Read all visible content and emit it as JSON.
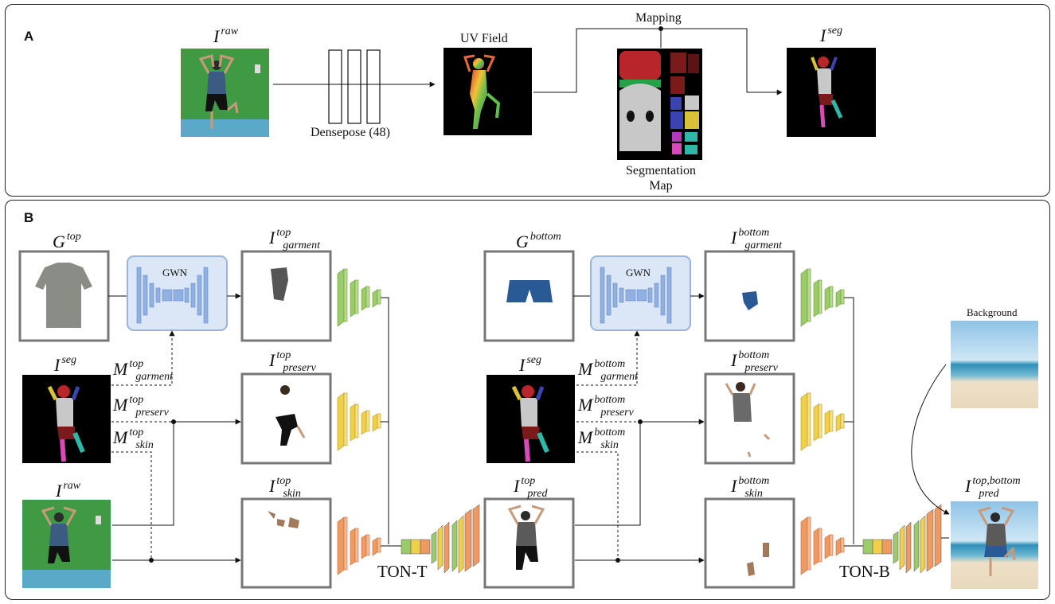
{
  "panel_a": {
    "label": "A",
    "i_raw": {
      "base": "I",
      "sup": "raw"
    },
    "densepose_label": "Densepose (48)",
    "uv_field_label": "UV Field",
    "mapping_label": "Mapping",
    "segmentation_map_label": "Segmentation Map",
    "i_seg": {
      "base": "I",
      "sup": "seg"
    }
  },
  "panel_b": {
    "label": "B",
    "top": {
      "g_top": {
        "base": "G",
        "sup": "top"
      },
      "gwn_label": "GWN",
      "i_garment": {
        "base": "I",
        "sup": "top",
        "sub": "garment"
      },
      "i_seg": {
        "base": "I",
        "sup": "seg"
      },
      "m_garment": {
        "base": "M",
        "sup": "top",
        "sub": "garment"
      },
      "m_preserv": {
        "base": "M",
        "sup": "top",
        "sub": "preserv"
      },
      "m_skin": {
        "base": "M",
        "sup": "top",
        "sub": "skin"
      },
      "i_preserv": {
        "base": "I",
        "sup": "top",
        "sub": "preserv"
      },
      "i_raw": {
        "base": "I",
        "sup": "raw"
      },
      "i_skin": {
        "base": "I",
        "sup": "top",
        "sub": "skin"
      },
      "network_label": "TON-T"
    },
    "bottom": {
      "g_bottom": {
        "base": "G",
        "sup": "bottom"
      },
      "gwn_label": "GWN",
      "i_garment": {
        "base": "I",
        "sup": "bottom",
        "sub": "garment"
      },
      "i_pred": {
        "base": "I",
        "sup": "top",
        "sub": "pred"
      },
      "i_seg": {
        "base": "I",
        "sup": "seg"
      },
      "m_garment": {
        "base": "M",
        "sup": "bottom",
        "sub": "garment"
      },
      "m_preserv": {
        "base": "M",
        "sup": "bottom",
        "sub": "preserv"
      },
      "m_skin": {
        "base": "M",
        "sup": "bottom",
        "sub": "skin"
      },
      "i_preserv": {
        "base": "I",
        "sup": "bottom",
        "sub": "preserv"
      },
      "i_skin": {
        "base": "I",
        "sup": "bottom",
        "sub": "skin"
      },
      "network_label": "TON-B"
    },
    "background_label": "Background",
    "final_pred": {
      "base": "I",
      "sup": "top,bottom",
      "sub": "pred"
    }
  },
  "colors": {
    "green_screen": "#3f9a43",
    "gwn_fill": "#dbe6f7",
    "gwn_border": "#9ab4df",
    "encoder_green": "#9ccc6a",
    "encoder_yellow": "#f0d04a",
    "encoder_orange": "#ee9a62",
    "seg_red": "#b8262a",
    "seg_green": "#27a048",
    "seg_grey": "#c8c8c8"
  }
}
